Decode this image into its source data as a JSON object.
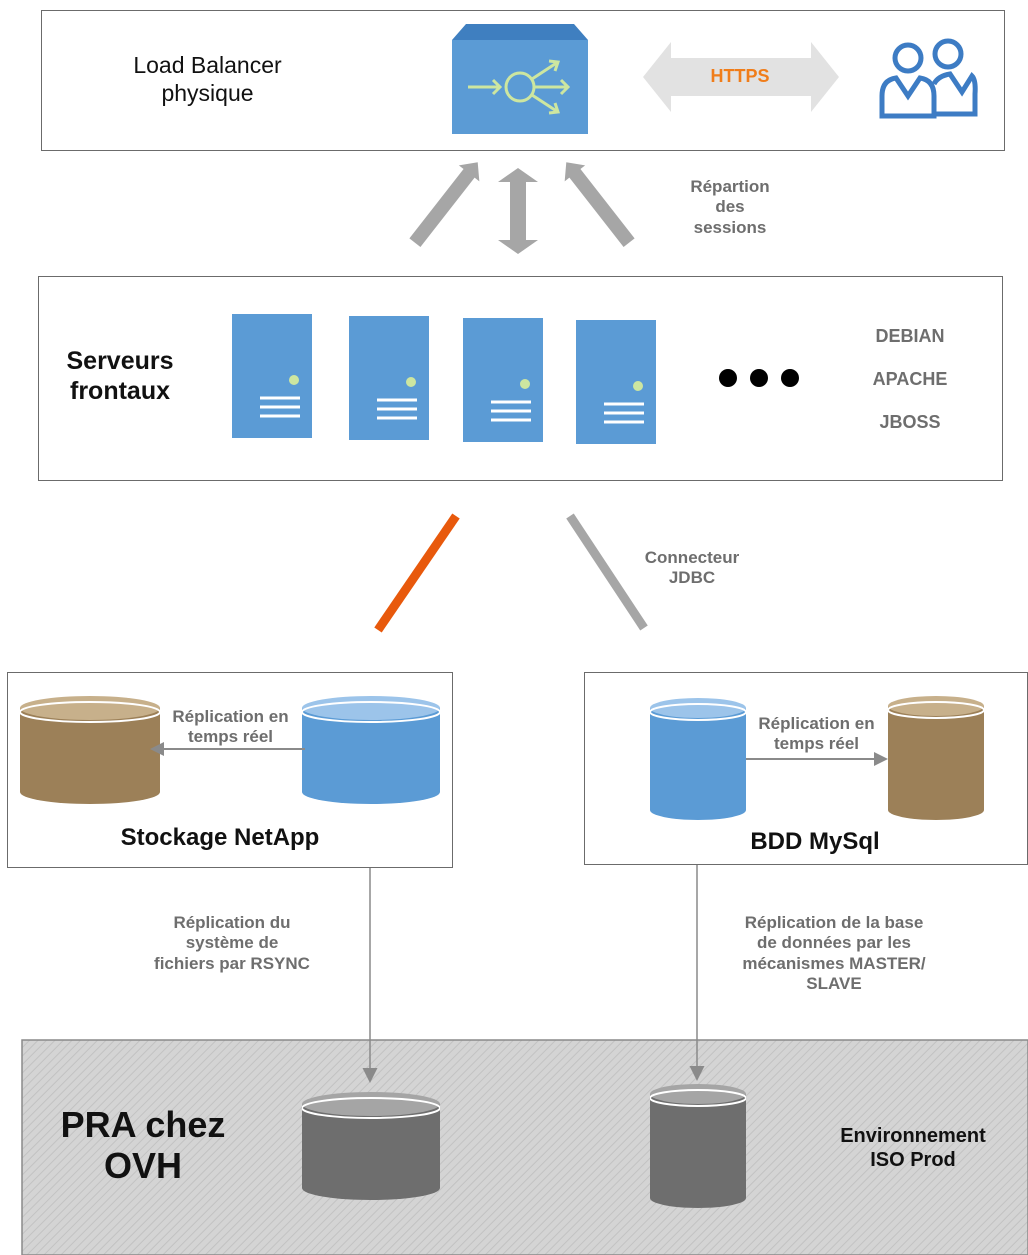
{
  "load_balancer": {
    "title_line1": "Load Balancer",
    "title_line2": "physique",
    "protocol": "HTTPS",
    "icons": [
      "load-balancer-icon",
      "users-icon"
    ]
  },
  "sessions_label": {
    "line1": "Répartion",
    "line2": "des",
    "line3": "sessions"
  },
  "frontend": {
    "title_line1": "Serveurs",
    "title_line2": "frontaux",
    "server_icon": "server-icon",
    "more_icon": "ellipsis-icon",
    "stack": [
      "DEBIAN",
      "APACHE",
      "JBOSS"
    ]
  },
  "jdbc_label": {
    "line1": "Connecteur",
    "line2": "JDBC"
  },
  "netapp": {
    "title": "Stockage NetApp",
    "replication_line1": "Réplication en",
    "replication_line2": "temps réel"
  },
  "mysql": {
    "title": "BDD MySql",
    "replication_line1": "Réplication en",
    "replication_line2": "temps réel"
  },
  "rsync_label": {
    "line1": "Réplication du",
    "line2": "système de",
    "line3": "fichiers par RSYNC"
  },
  "master_slave_label": {
    "line1": "Réplication de la base",
    "line2": "de données par les",
    "line3": "mécanismes MASTER/",
    "line4": "SLAVE"
  },
  "pra": {
    "title_line1": "PRA chez",
    "title_line2": "OVH",
    "env_line1": "Environnement",
    "env_line2": "ISO Prod"
  },
  "colors": {
    "blue": "#5b9bd5",
    "brown": "#9c8058",
    "orange_link": "#e8590c",
    "https_orange": "#f07d1a",
    "arrow_gray": "#a6a6a6",
    "dark_db": "#6e6e6e"
  }
}
